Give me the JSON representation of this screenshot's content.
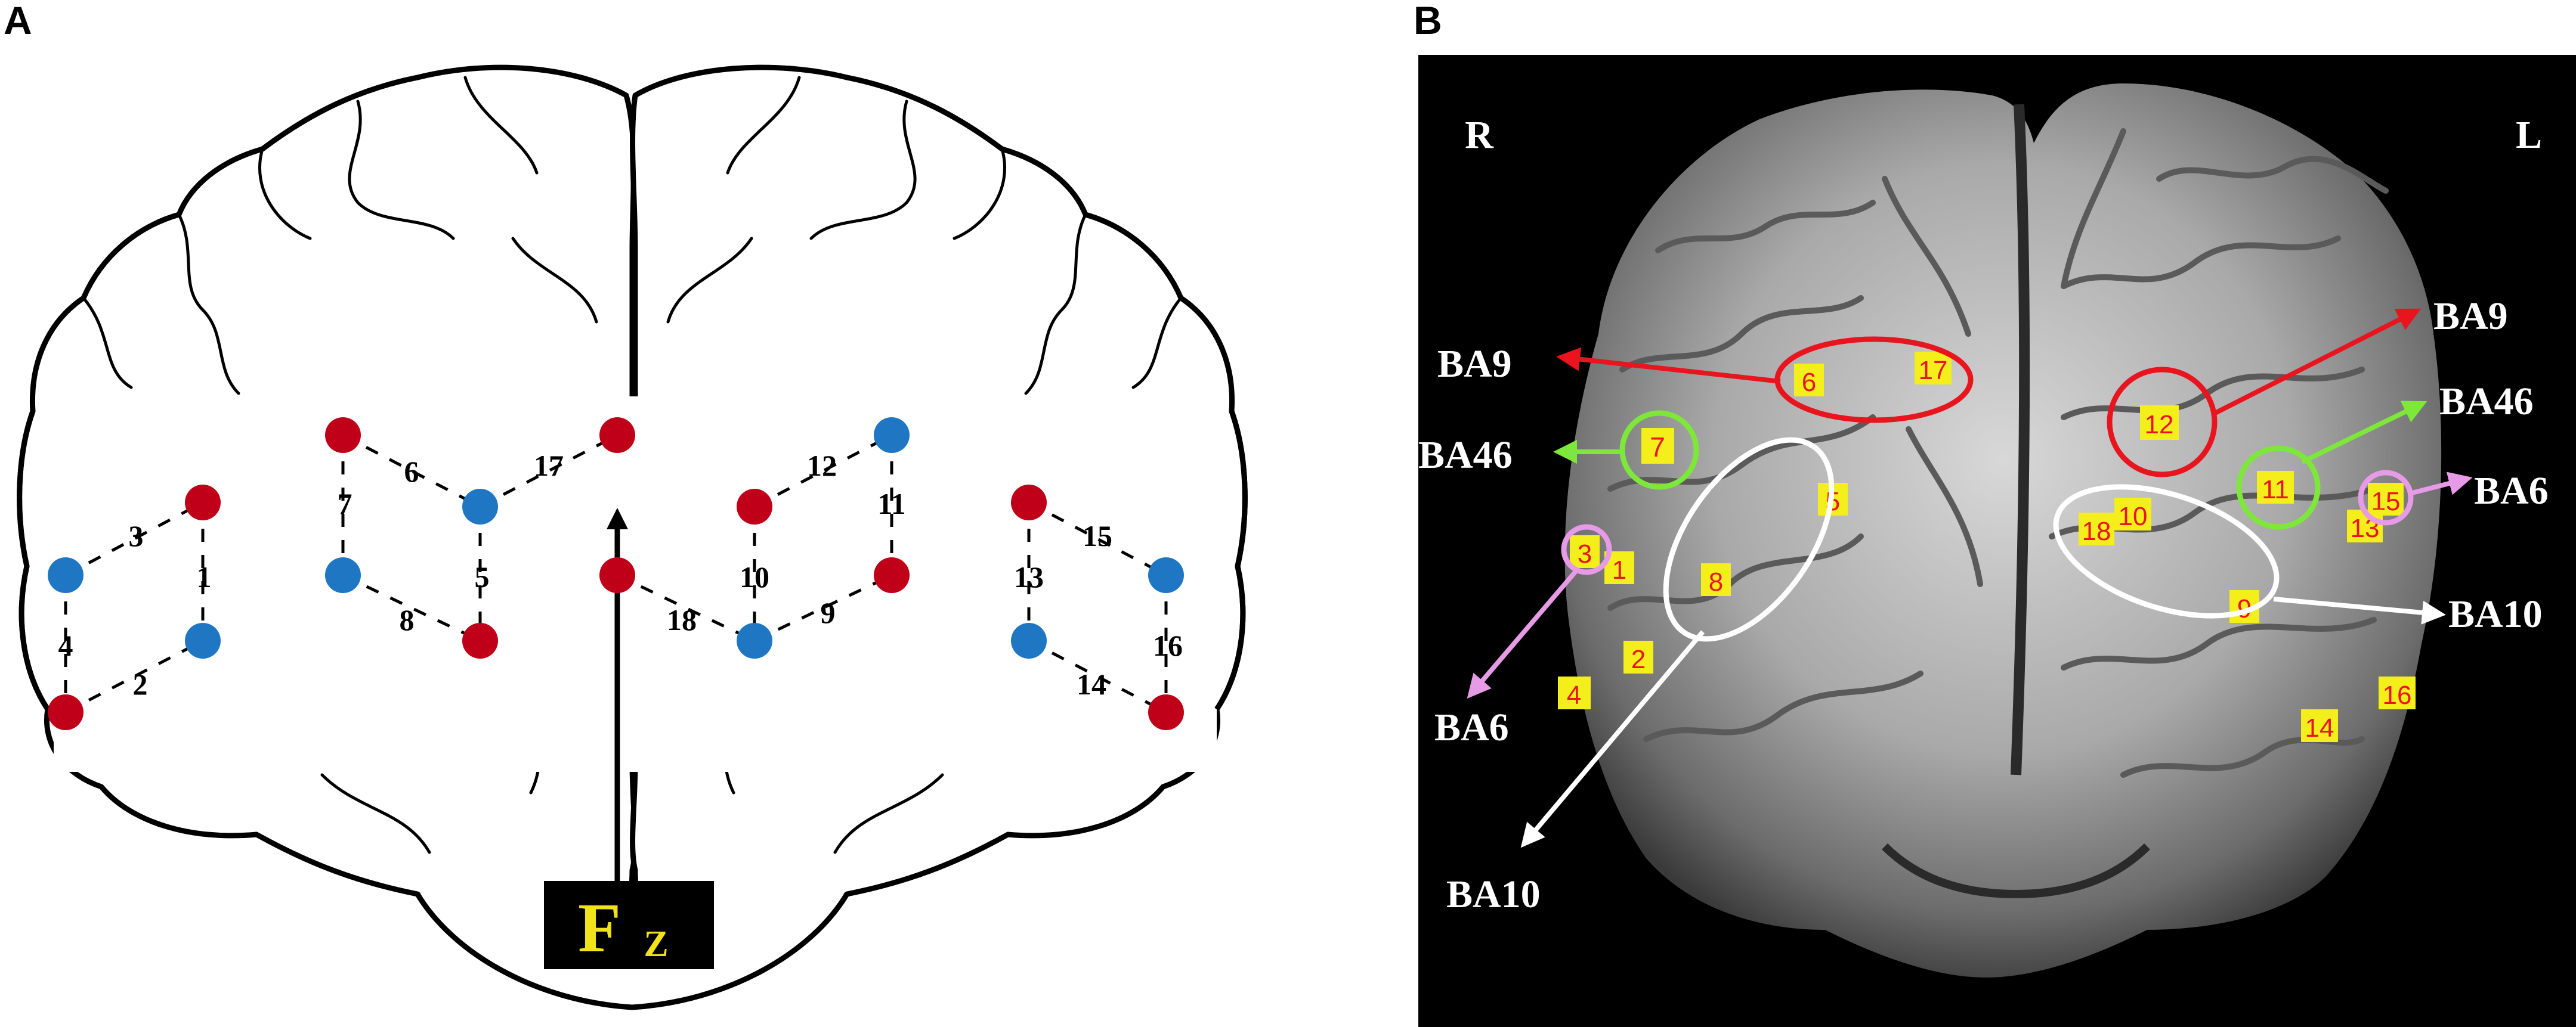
{
  "panel_a": {
    "letter": "A",
    "reference_label": {
      "main": "F",
      "sub": "Z"
    },
    "colors": {
      "red_optode": "#c00018",
      "blue_optode": "#1f77c4",
      "label_box": "#000000",
      "label_text": "#f2e21a"
    },
    "channels": [
      {
        "id": "1",
        "label": "1"
      },
      {
        "id": "2",
        "label": "2"
      },
      {
        "id": "3",
        "label": "3"
      },
      {
        "id": "4",
        "label": "4"
      },
      {
        "id": "5",
        "label": "5"
      },
      {
        "id": "6",
        "label": "6"
      },
      {
        "id": "7",
        "label": "7"
      },
      {
        "id": "8",
        "label": "8"
      },
      {
        "id": "9",
        "label": "9"
      },
      {
        "id": "10",
        "label": "10"
      },
      {
        "id": "11",
        "label": "11"
      },
      {
        "id": "12",
        "label": "12"
      },
      {
        "id": "13",
        "label": "13"
      },
      {
        "id": "14",
        "label": "14"
      },
      {
        "id": "15",
        "label": "15"
      },
      {
        "id": "16",
        "label": "16"
      },
      {
        "id": "17",
        "label": "17"
      },
      {
        "id": "18",
        "label": "18"
      }
    ]
  },
  "panel_b": {
    "letter": "B",
    "side_right": "R",
    "side_left": "L",
    "colors": {
      "ba9": "#e8141e",
      "ba46": "#7ee83a",
      "ba6": "#e79be6",
      "ba10": "#ffffff",
      "square": "#f4ee1a",
      "square_text": "#e8141e"
    },
    "region_labels": [
      {
        "id": "ba9-right",
        "text": "BA9"
      },
      {
        "id": "ba46-right",
        "text": "BA46"
      },
      {
        "id": "ba6-right",
        "text": "BA6"
      },
      {
        "id": "ba10-right",
        "text": "BA10"
      },
      {
        "id": "ba9-left",
        "text": "BA9"
      },
      {
        "id": "ba46-left",
        "text": "BA46"
      },
      {
        "id": "ba6-left",
        "text": "BA6"
      },
      {
        "id": "ba10-left",
        "text": "BA10"
      }
    ],
    "channel_squares": [
      "1",
      "2",
      "3",
      "4",
      "5",
      "6",
      "7",
      "8",
      "9",
      "10",
      "11",
      "12",
      "13",
      "14",
      "15",
      "16",
      "17",
      "18"
    ]
  }
}
